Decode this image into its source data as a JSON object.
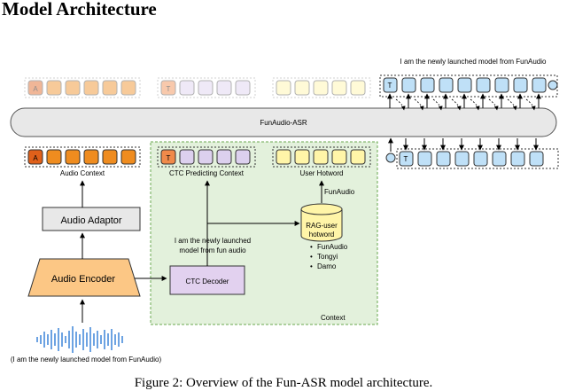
{
  "heading": "Model Architecture",
  "caption": "Figure 2: Overview of the Fun-ASR model architecture.",
  "diagram": {
    "main_bar_label": "FunAudio-ASR",
    "output_sentence": "I am the newly launched model from FunAudio",
    "audio_context_label": "Audio Context",
    "audio_token_letter": "A",
    "ctc_context_label": "CTC Predicting Context",
    "ctc_token_letter": "T",
    "user_hotword_label": "User Hotword",
    "output_token_letter": "T",
    "audio_adaptor_label": "Audio Adaptor",
    "audio_encoder_label": "Audio Encoder",
    "ctc_decoder_label": "CTC Decoder",
    "ctc_output_line1": "I am the newly launched",
    "ctc_output_line2": "model from fun audio",
    "rag_line1": "RAG-user",
    "rag_line2": "hotword",
    "retrieved_hotword": "FunAudio",
    "hotword_list": [
      "FunAudio",
      "Tongyi",
      "Damo"
    ],
    "context_region_label": "Context",
    "input_transcript": "(I am the newly launched model from FunAudio)"
  },
  "colors": {
    "audio_token": "#ef8c1f",
    "audio_token_first": "#e0601a",
    "ctc_token": "#dcd0ee",
    "ctc_token_first": "#f08a4a",
    "hotword_token": "#fff5a8",
    "output_token": "#bfe0f7",
    "encoder": "#fcc785",
    "decoder": "#e2d1ef",
    "context_bg": "#e3f1dc",
    "waveform": "#2e7bd6",
    "main_bar": "#e8e8e8"
  }
}
